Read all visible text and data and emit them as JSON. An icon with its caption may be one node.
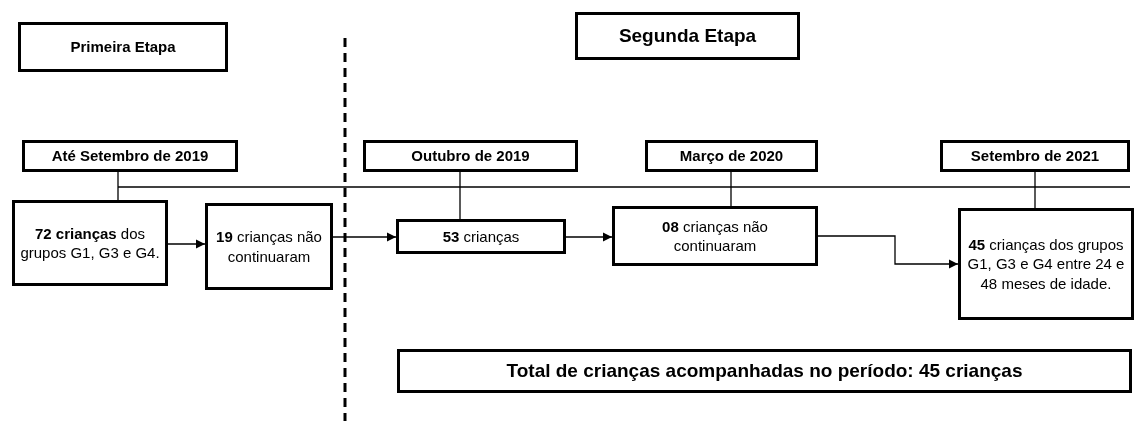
{
  "diagram": {
    "nodes": [
      {
        "text": [
          "Primeira Etapa"
        ]
      },
      {
        "text": [
          "Segunda Etapa"
        ]
      },
      {
        "text": [
          "Até Setembro de 2019"
        ]
      },
      {
        "text": [
          "Outubro de 2019"
        ]
      },
      {
        "text": [
          "Março de 2020"
        ]
      },
      {
        "text": [
          "Setembro de 2021"
        ]
      },
      {
        "text": [
          "**72 crianças** dos grupos G1, G3 e G4."
        ]
      },
      {
        "text": [
          "**19** crianças não continuaram"
        ]
      },
      {
        "text": [
          "**53** crianças"
        ]
      },
      {
        "text": [
          "**08** crianças não continuaram"
        ]
      },
      {
        "text": [
          "**45** crianças dos grupos G1, G3 e G4 entre 24 e 48 meses de idade."
        ]
      },
      {
        "text": [
          "Total de crianças acompanhadas no período: 45 crianças"
        ]
      }
    ],
    "edges": [
      {
        "from": 2,
        "to": 6,
        "arrow": "none"
      },
      {
        "from": 3,
        "to": 8,
        "arrow": "none"
      },
      {
        "from": 4,
        "to": 9,
        "arrow": "none"
      },
      {
        "from": 5,
        "to": 10,
        "arrow": "none"
      },
      {
        "from": 6,
        "to": 7,
        "arrow": "to"
      },
      {
        "from": 7,
        "to": 8,
        "arrow": "to"
      },
      {
        "from": 8,
        "to": 9,
        "arrow": "to"
      },
      {
        "from": 9,
        "to": 10,
        "arrow": "to"
      }
    ]
  }
}
